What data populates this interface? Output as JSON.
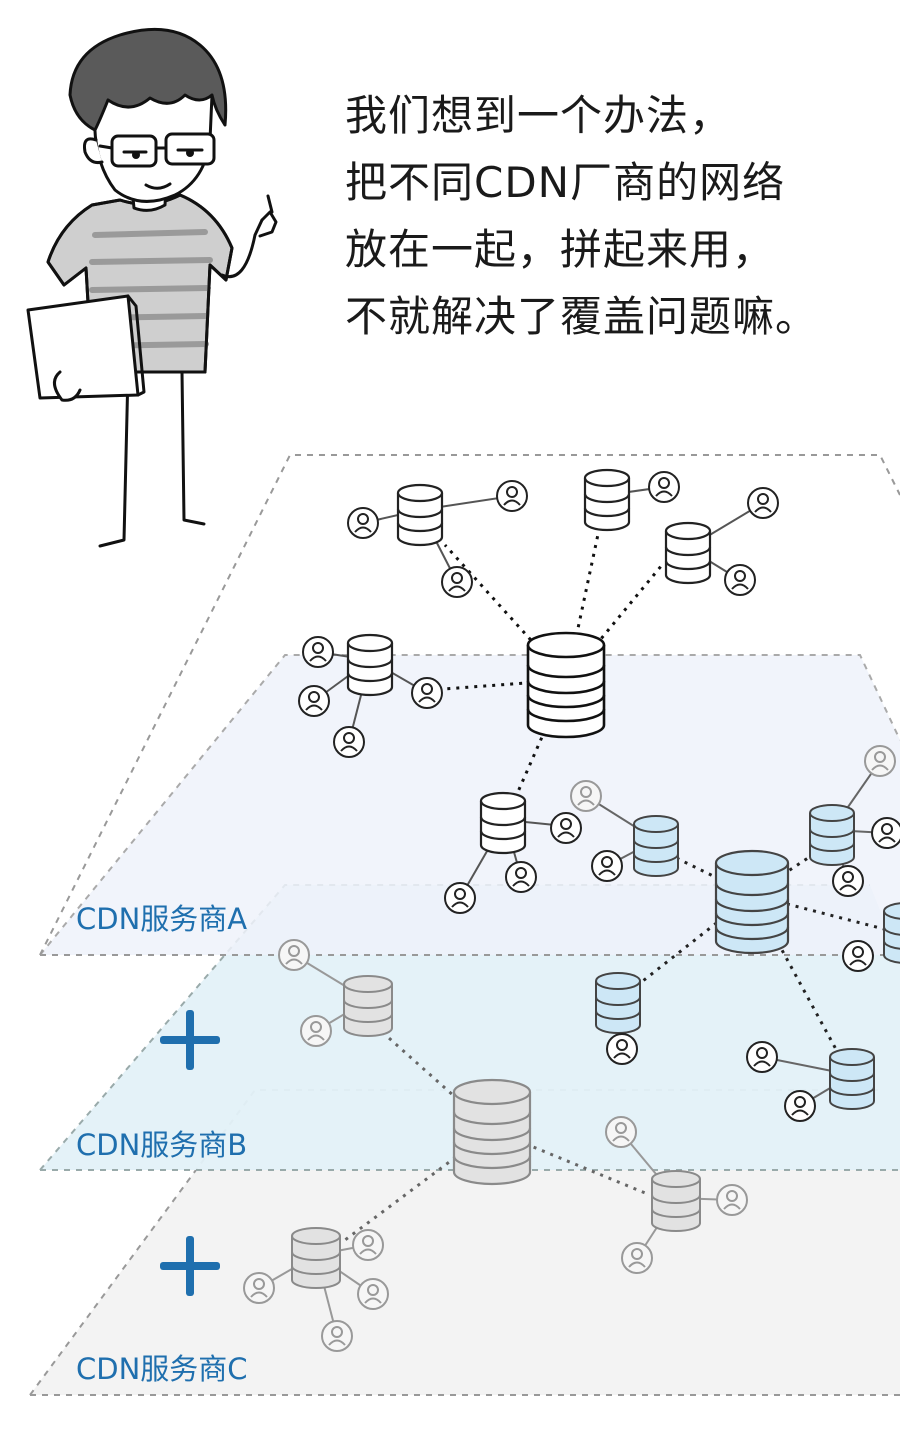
{
  "speech": {
    "lines": [
      "我们想到一个办法，",
      "把不同CDN厂商的网络",
      "放在一起，拼起来用，",
      "不就解决了覆盖问题嘛。"
    ]
  },
  "layers": {
    "a_label": "CDN服务商A",
    "b_label": "CDN服务商B",
    "c_label": "CDN服务商C"
  },
  "colors": {
    "label_blue": "#1f6fae",
    "plus_blue": "#1f6fae",
    "layer_a_fill": "#f1f4fa",
    "layer_b_fill": "#e3f1f8",
    "layer_c_fill": "#f3f3f3",
    "server_blue": "#cde7f6",
    "server_gray": "#e2e2e2"
  },
  "icons": [
    "character-illustration",
    "database-server-icon",
    "user-icon",
    "plus-icon"
  ]
}
